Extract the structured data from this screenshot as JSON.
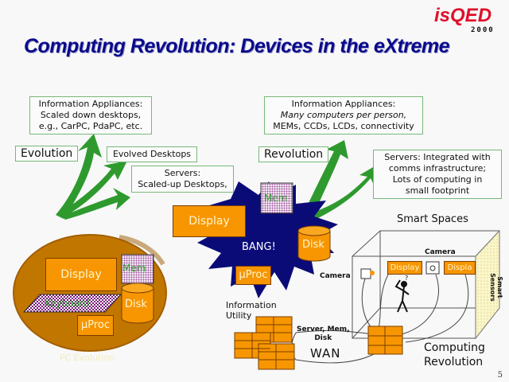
{
  "slide": {
    "title": "Computing Revolution:  Devices in the eXtreme",
    "logo_text": "isQED",
    "logo_year": "2000",
    "page_number": "5"
  },
  "evolution": {
    "label": "Evolution",
    "info_appliances": [
      "Information Appliances:",
      "Scaled down desktops,",
      "e.g., CarPC, PdaPC, etc."
    ],
    "evolved_desktops": "Evolved Desktops",
    "servers": [
      "Servers:",
      "Scaled-up Desktops,"
    ]
  },
  "revolution": {
    "label": "Revolution",
    "info_appliances": [
      "Information Appliances:",
      "Many computers per person,",
      "MEMs, CCDs, LCDs, connectivity"
    ],
    "servers": [
      "Servers: Integrated with",
      "comms infrastructure;",
      "Lots of computing in",
      "small footprint"
    ]
  },
  "pc_evolution": {
    "display": "Display",
    "mem": "Mem",
    "keyboard": "Keyboard",
    "disk": "Disk",
    "proc": "µProc",
    "caption": "PC Evolution"
  },
  "bang": {
    "display": "Display",
    "mem": "Mem",
    "text": "BANG!",
    "disk": "Disk",
    "proc": "µProc"
  },
  "smart_spaces": {
    "title": "Smart Spaces",
    "camera_top": "Camera",
    "camera_left": "Camera",
    "display1": "Display",
    "display2": "Displa",
    "sensors": "Smart Sensors",
    "figure_mark": "?"
  },
  "utility": {
    "label_line1": "Information",
    "label_line2": "Utility",
    "server_label_line1": "Server, Mem,",
    "server_label_line2": "Disk",
    "wan": "WAN",
    "computing_revolution_line1": "Computing",
    "computing_revolution_line2": "Revolution"
  },
  "colors": {
    "title": "#0a0a8c",
    "logo": "#e0102a",
    "arrow_green": "#2e9a2e",
    "orange": "#f79600",
    "ellipse": "#c17600",
    "bang_navy": "#0b0b78",
    "sensor_panel": "#fbf6c8"
  }
}
